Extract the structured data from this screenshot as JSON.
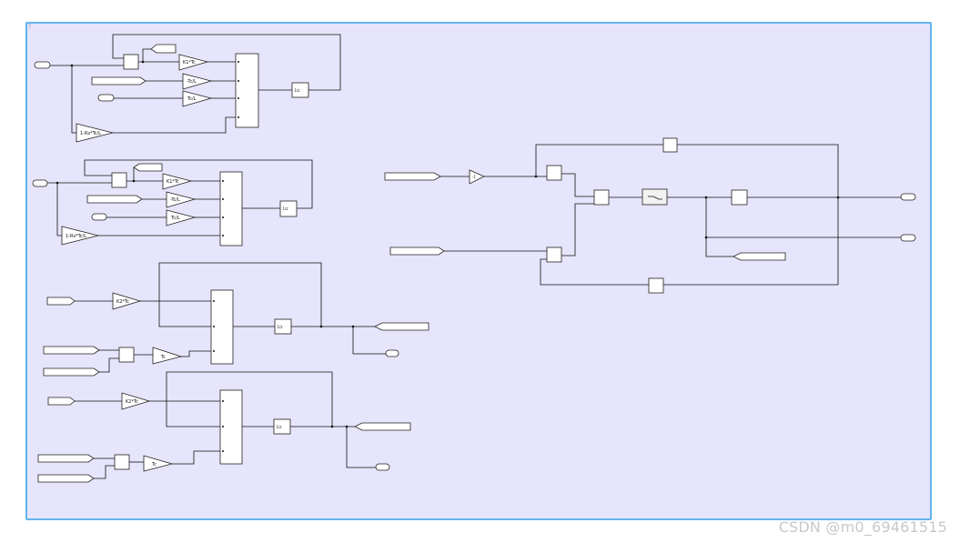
{
  "canvas": {
    "background": "#e6e5fb",
    "border_color": "#63b4ec",
    "corner_mark": "?"
  },
  "labels": {
    "gain_k1_a": "K1*Tc",
    "gain_tcl_neg_a": "-Tc/L",
    "gain_tcl_a": "Tc/L",
    "gain_rs_a": "1-Rs*Tc/L",
    "int_a": "1/z",
    "gain_k1_b": "K1*Tc",
    "gain_tcl_neg_b": "-Tc/L",
    "gain_tcl_b": "Tc/L",
    "gain_rs_b": "1-Rs*Tc/L",
    "int_b": "1/z",
    "gain_k2_c": "K2*Tc",
    "gain_tc_c": "Tc",
    "int_c": "1/z",
    "gain_k2_d": "K2*Tc",
    "gain_tc_d": "Tc",
    "int_d": "1/z",
    "gain_neg1": "-1"
  },
  "watermark": "CSDN @m0_69461515"
}
